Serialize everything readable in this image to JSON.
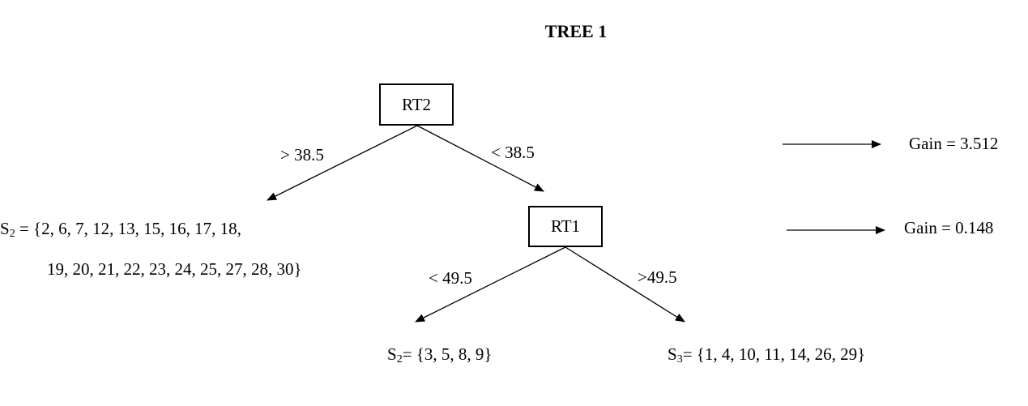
{
  "title": "TREE 1",
  "nodes": {
    "root": "RT2",
    "child": "RT1"
  },
  "edges": {
    "root_left": "> 38.5",
    "root_right": "< 38.5",
    "child_left": "< 49.5",
    "child_right": ">49.5"
  },
  "leaves": {
    "left": {
      "set_letter": "S",
      "set_subscript": "2",
      "line1": " = {2, 6, 7, 12, 13, 15, 16, 17, 18,",
      "line2": "19, 20, 21, 22, 23, 24, 25, 27, 28, 30}"
    },
    "bottom_left": {
      "set_letter": "S",
      "set_subscript": "2",
      "text": "= {3, 5, 8, 9}"
    },
    "bottom_right": {
      "set_letter": "S",
      "set_subscript": "3",
      "text": "= {1, 4, 10, 11, 14, 26, 29}"
    }
  },
  "gains": {
    "level1": "Gain = 3.512",
    "level2": "Gain = 0.148"
  }
}
